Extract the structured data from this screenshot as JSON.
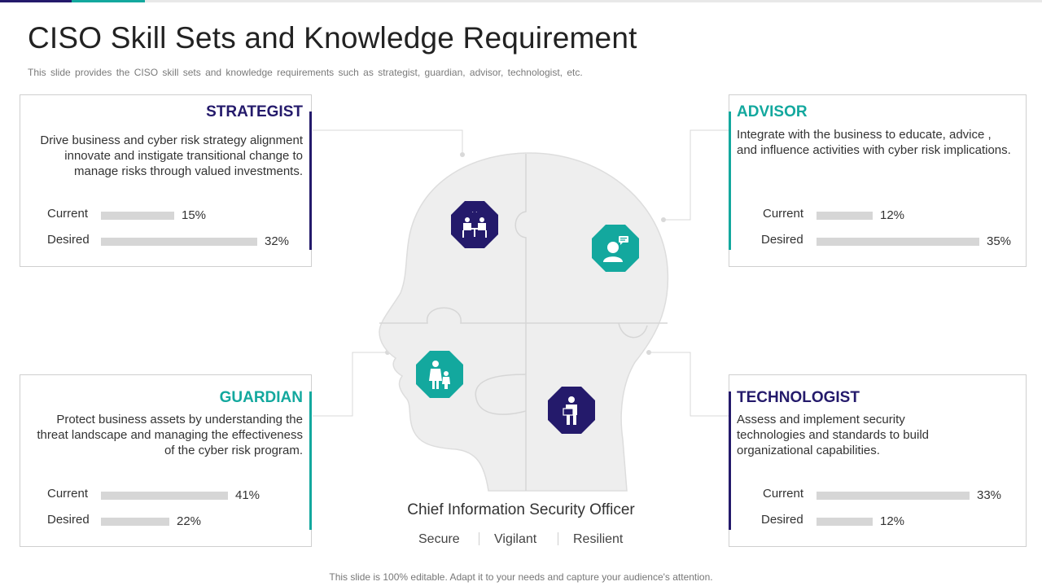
{
  "slide": {
    "title": "CISO Skill Sets and Knowledge Requirement",
    "subtitle": "This slide provides the CISO skill sets and knowledge requirements such as strategist, guardian, advisor, technologist, etc.",
    "footer": "This slide is 100% editable. Adapt it to your needs and capture your audience's attention."
  },
  "colors": {
    "purple": "#241a6b",
    "teal": "#13a89e",
    "bar": "#d6d6d6",
    "head": "#eeeeee"
  },
  "roles": {
    "strategist": {
      "heading": "STRATEGIST",
      "description": "Drive business and cyber risk strategy alignment innovate and instigate transitional change to manage risks through valued investments.",
      "current_label": "Current",
      "current_value": "15%",
      "current_fraction": 0.15,
      "desired_label": "Desired",
      "desired_value": "32%",
      "desired_fraction": 0.32,
      "icon": "meeting-icon"
    },
    "advisor": {
      "heading": "ADVISOR",
      "description": "Integrate with the business to educate, advice , and influence activities with cyber risk implications.",
      "current_label": "Current",
      "current_value": "12%",
      "current_fraction": 0.12,
      "desired_label": "Desired",
      "desired_value": "35%",
      "desired_fraction": 0.35,
      "icon": "advisor-chat-icon"
    },
    "guardian": {
      "heading": "GUARDIAN",
      "description": "Protect business assets by understanding the threat landscape and managing the effectiveness of the cyber risk program.",
      "current_label": "Current",
      "current_value": "41%",
      "current_fraction": 0.41,
      "desired_label": "Desired",
      "desired_value": "22%",
      "desired_fraction": 0.22,
      "icon": "parent-child-icon"
    },
    "technologist": {
      "heading": "TECHNOLOGIST",
      "description": "Assess and implement security technologies and standards to build organizational capabilities.",
      "current_label": "Current",
      "current_value": "33%",
      "current_fraction": 0.33,
      "desired_label": "Desired",
      "desired_value": "12%",
      "desired_fraction": 0.12,
      "icon": "worker-laptop-icon"
    }
  },
  "head": {
    "caption": "Chief Information Security Officer",
    "traits": [
      "Secure",
      "Vigilant",
      "Resilient"
    ]
  }
}
